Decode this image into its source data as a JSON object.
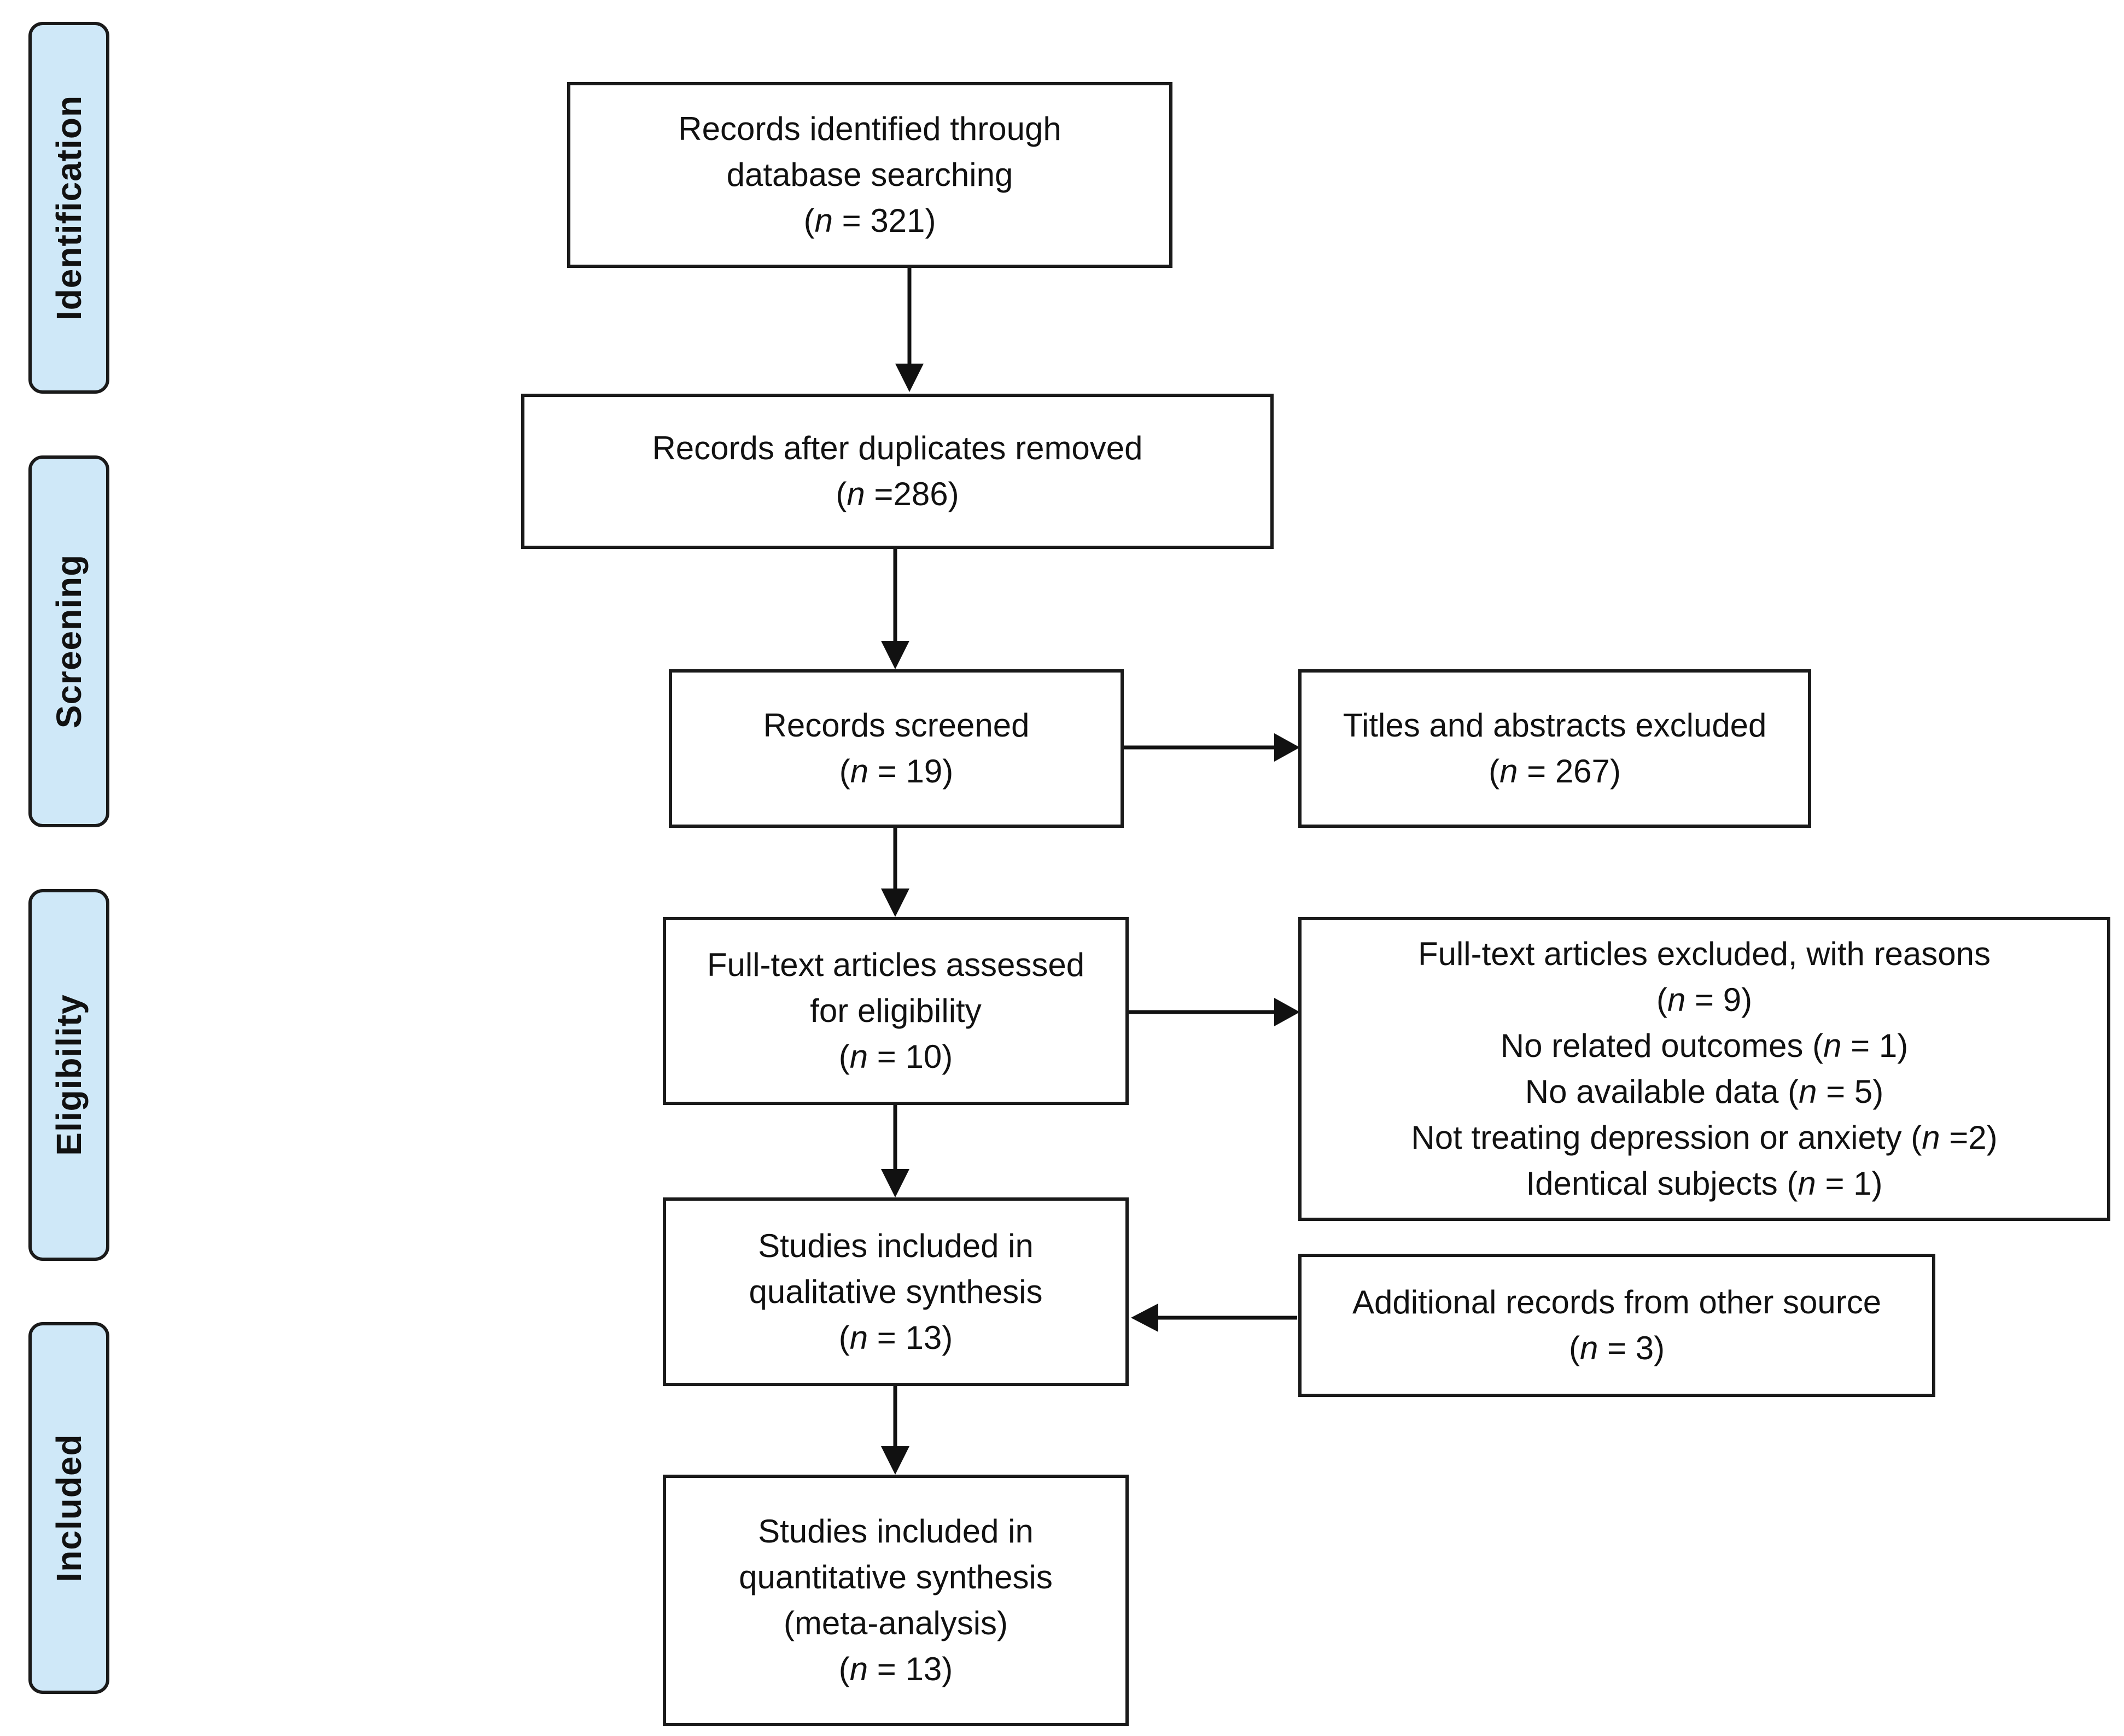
{
  "phases": {
    "identification": "Identification",
    "screening": "Screening",
    "eligibility": "Eligibility",
    "included": "Included"
  },
  "boxes": {
    "identified": {
      "lines": [
        "Records identified through",
        "database searching"
      ],
      "count_var": "n",
      "count_value": " = 321"
    },
    "after_duplicates": {
      "lines": [
        "Records after duplicates removed"
      ],
      "count_var": "n",
      "count_value": " =286"
    },
    "screened": {
      "lines": [
        "Records screened"
      ],
      "count_var": "n",
      "count_value": " = 19"
    },
    "titles_excluded": {
      "lines": [
        "Titles and abstracts excluded"
      ],
      "count_var": "n",
      "count_value": " = 267"
    },
    "fulltext_assessed": {
      "lines": [
        "Full-text articles assessed",
        "for eligibility"
      ],
      "count_var": "n",
      "count_value": " = 10"
    },
    "fulltext_excluded": {
      "title": "Full-text articles excluded, with reasons",
      "count_var": "n",
      "count_value": " = 9",
      "reasons": [
        {
          "text": "No related outcomes",
          "var": "n",
          "value": " = 1"
        },
        {
          "text": "No available data",
          "var": "n",
          "value": " = 5"
        },
        {
          "text": "Not treating depression or anxiety",
          "var": "n",
          "value": " =2"
        },
        {
          "text": "Identical subjects",
          "var": "n",
          "value": " = 1"
        }
      ]
    },
    "qualitative": {
      "lines": [
        "Studies included in",
        "qualitative synthesis"
      ],
      "count_var": "n",
      "count_value": " = 13"
    },
    "additional": {
      "lines": [
        "Additional records from other source"
      ],
      "count_var": "n",
      "count_value": " = 3"
    },
    "quantitative": {
      "lines": [
        "Studies included in",
        "quantitative synthesis",
        "(meta-analysis)"
      ],
      "count_var": "n",
      "count_value": " = 13"
    }
  }
}
